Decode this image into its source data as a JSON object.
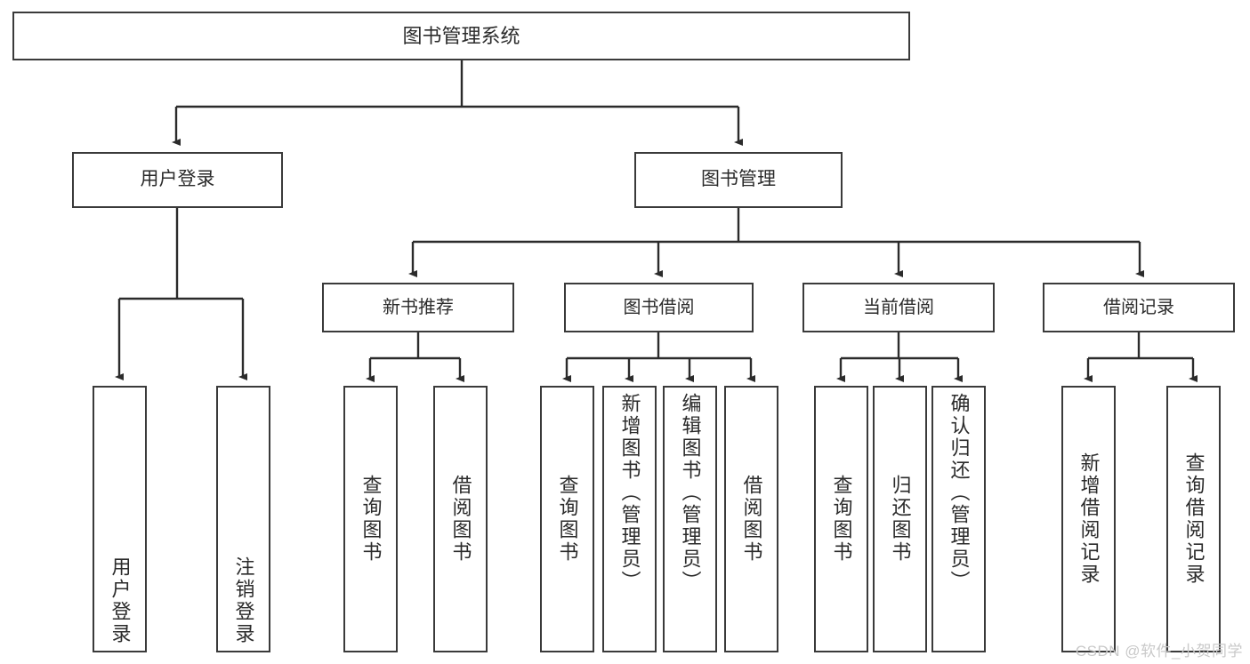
{
  "diagram": {
    "type": "tree-hierarchy",
    "title": "图书管理系统",
    "watermark": "CSDN @软件_小贺同学",
    "colors": {
      "box_border": "#3a3a3a",
      "box_fill": "#ffffff",
      "edge": "#2b2b2b",
      "text": "#2b2b2b",
      "watermark": "#c9c9c9"
    },
    "root": {
      "label": "图书管理系统"
    },
    "level1": [
      {
        "label": "用户登录"
      },
      {
        "label": "图书管理"
      }
    ],
    "level2": [
      {
        "label": "新书推荐"
      },
      {
        "label": "图书借阅"
      },
      {
        "label": "当前借阅"
      },
      {
        "label": "借阅记录"
      }
    ],
    "leaves": {
      "user_login": [
        {
          "label": "用户登录"
        },
        {
          "label": "注销登录"
        }
      ],
      "new_book_recommend": [
        {
          "label": "查询图书"
        },
        {
          "label": "借阅图书"
        }
      ],
      "book_borrow": [
        {
          "label": "查询图书"
        },
        {
          "label": "新增图书（管理员）"
        },
        {
          "label": "编辑图书（管理员）"
        },
        {
          "label": "借阅图书"
        }
      ],
      "current_borrow": [
        {
          "label": "查询图书"
        },
        {
          "label": "归还图书"
        },
        {
          "label": "确认归还（管理员）"
        }
      ],
      "borrow_record": [
        {
          "label": "新增借阅记录"
        },
        {
          "label": "查询借阅记录"
        }
      ]
    }
  }
}
